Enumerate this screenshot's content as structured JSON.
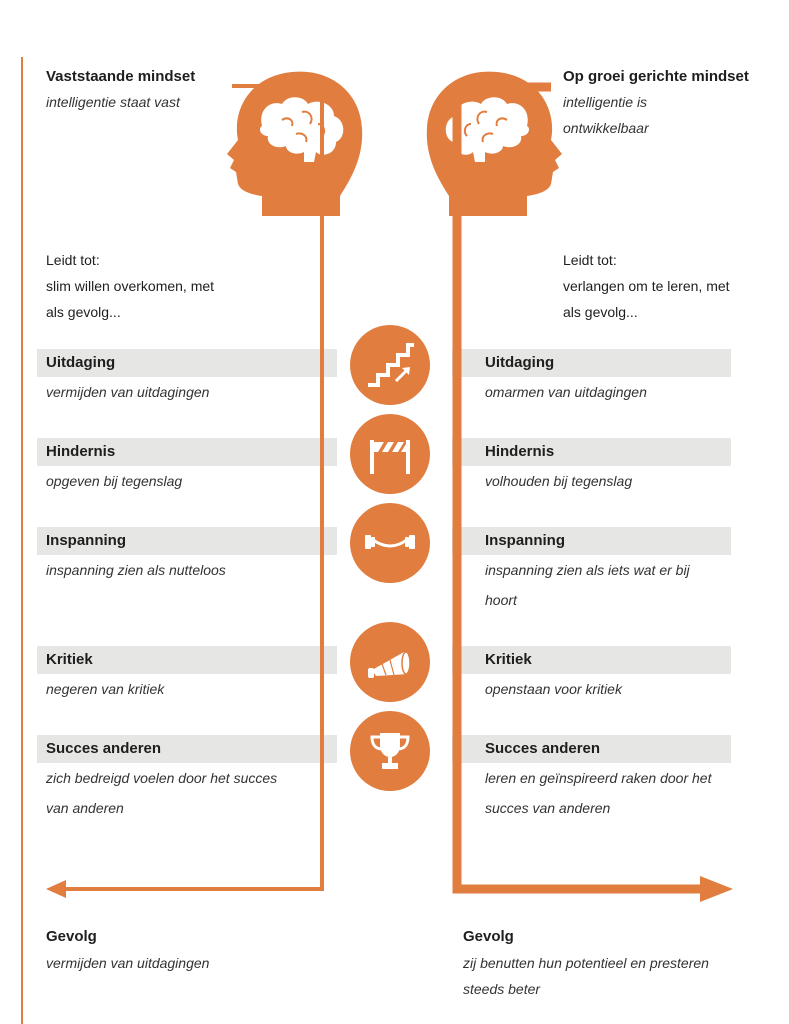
{
  "left": {
    "title": "Vaststaande mindset",
    "subtitle": "intelligentie staat vast",
    "leads_to": [
      "Leidt tot:",
      "slim willen overkomen, met",
      "als gevolg..."
    ]
  },
  "right": {
    "title": "Op groei gerichte mindset",
    "subtitle": [
      "intelligentie is",
      "ontwikkelbaar"
    ],
    "leads_to": [
      "Leidt tot:",
      "verlangen om te leren, met",
      "als gevolg..."
    ]
  },
  "rows": [
    {
      "label": "Uitdaging",
      "left": [
        "vermijden van uitdagingen"
      ],
      "right": [
        "omarmen van uitdagingen"
      ],
      "icon": "stairs-icon"
    },
    {
      "label": "Hindernis",
      "left": [
        "opgeven bij tegenslag"
      ],
      "right": [
        "volhouden bij tegenslag"
      ],
      "icon": "barrier-icon"
    },
    {
      "label": "Inspanning",
      "left": [
        "inspanning zien als nutteloos"
      ],
      "right": [
        "inspanning zien als iets wat er bij",
        "hoort"
      ],
      "icon": "barbell-icon"
    },
    {
      "label": "Kritiek",
      "left": [
        "negeren van kritiek"
      ],
      "right": [
        "openstaan voor kritiek"
      ],
      "icon": "megaphone-icon"
    },
    {
      "label": "Succes anderen",
      "left": [
        "zich bedreigd voelen door het succes",
        "van anderen"
      ],
      "right": [
        "leren en geïnspireerd raken door het",
        "succes van anderen"
      ],
      "icon": "trophy-icon"
    }
  ],
  "outcome": {
    "left_title": "Gevolg",
    "left_text": [
      "vermijden van uitdagingen"
    ],
    "right_title": "Gevolg",
    "right_text": [
      "zij benutten hun potentieel en presteren",
      "steeds beter"
    ]
  },
  "colors": {
    "accent": "#e07d3f",
    "band": "#e6e6e4"
  }
}
